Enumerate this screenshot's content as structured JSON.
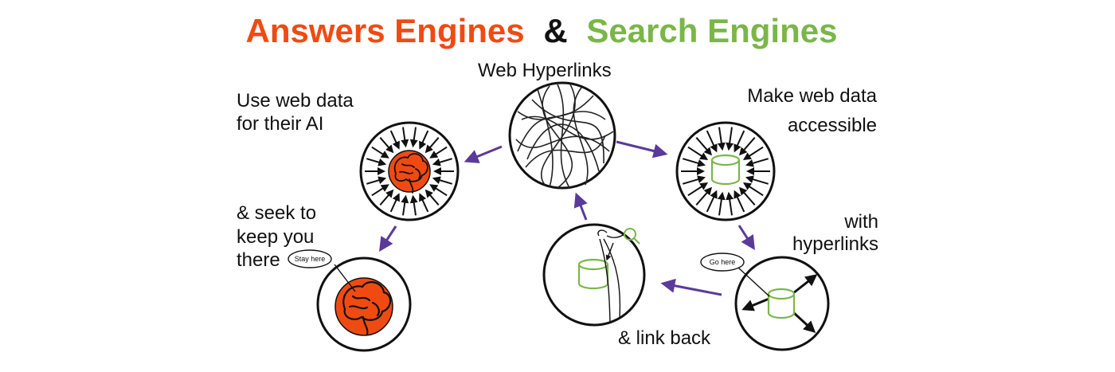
{
  "title": {
    "part1": "Answers Engines",
    "part2": "&",
    "part3": "Search Engines"
  },
  "labels": {
    "web_hyperlinks": "Web Hyperlinks",
    "use_web_data_line1": "Use web data",
    "use_web_data_line2": "for their AI",
    "make_accessible_line1": "Make web data",
    "make_accessible_line2": "accessible",
    "seek_line1": "& seek to",
    "seek_line2": "keep you",
    "seek_line3": "there",
    "with_line1": "with",
    "with_line2": "hyperlinks",
    "link_back": "& link back"
  },
  "bubbles": {
    "stay_here": "Stay here",
    "go_here": "Go here"
  },
  "colors": {
    "answers_orange": "#f04a13",
    "search_green": "#7ab648",
    "arrow_purple": "#5a3a9a",
    "ink": "#111111"
  },
  "icons": {
    "brain": "brain-icon",
    "database": "database-icon",
    "search": "search-magnifier-icon"
  }
}
